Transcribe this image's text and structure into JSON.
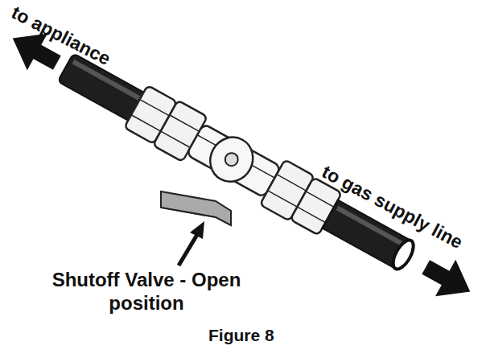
{
  "diagram": {
    "caption": "Figure 8",
    "labels": [
      "to appliance",
      "to gas supply line",
      "Shutoff Valve - Open position"
    ]
  }
}
